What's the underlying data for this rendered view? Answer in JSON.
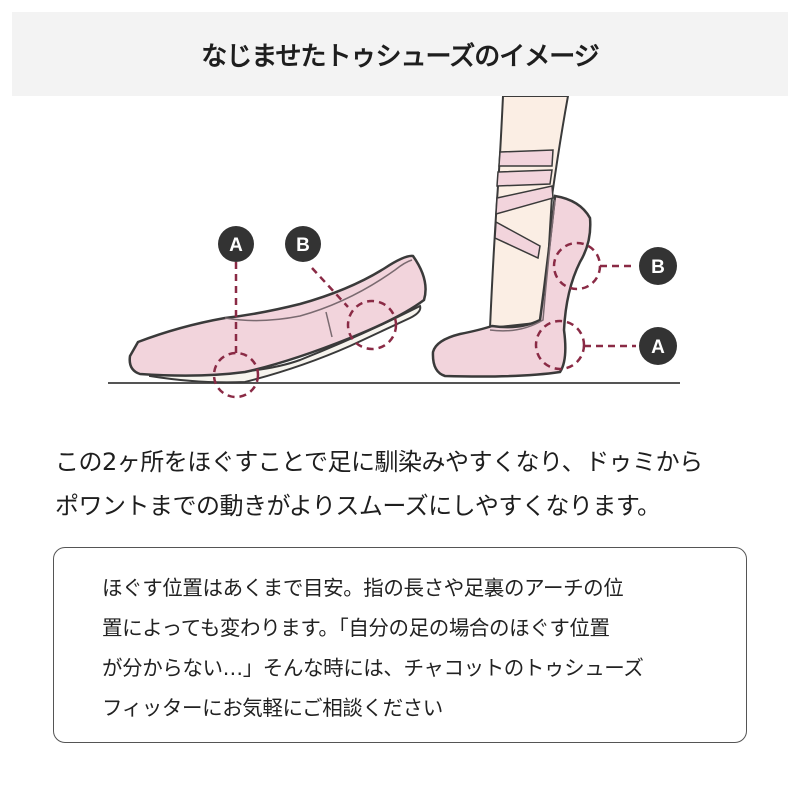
{
  "header": {
    "title": "なじませたトゥシューズのイメージ"
  },
  "illustration": {
    "markers": [
      {
        "id": "A",
        "label": "A",
        "location": "flat-shoe-forefoot"
      },
      {
        "id": "B",
        "label": "B",
        "location": "flat-shoe-arch"
      },
      {
        "id": "B2",
        "label": "B",
        "location": "pointe-shoe-arch"
      },
      {
        "id": "A2",
        "label": "A",
        "location": "pointe-shoe-forefoot"
      }
    ],
    "colors": {
      "shoe_fill": "#f2d4dc",
      "shoe_outline": "#3a3a3a",
      "leg_fill": "#fbeee4",
      "dash_color": "#8a2a45",
      "marker_fill": "#333333",
      "marker_text": "#ffffff",
      "floor_line": "#555555"
    }
  },
  "description": {
    "lines": [
      "この2ヶ所をほぐすことで足に馴染みやすくなり、ドゥミから",
      "ポワントまでの動きがよりスムーズにしやすくなります。"
    ]
  },
  "note": {
    "lines": [
      "ほぐす位置はあくまで目安。指の長さや足裏のアーチの位",
      "置によっても変わります。「自分の足の場合のほぐす位置",
      "が分からない…」そんな時には、チャコットのトゥシューズ",
      "フィッターにお気軽にご相談ください"
    ]
  }
}
